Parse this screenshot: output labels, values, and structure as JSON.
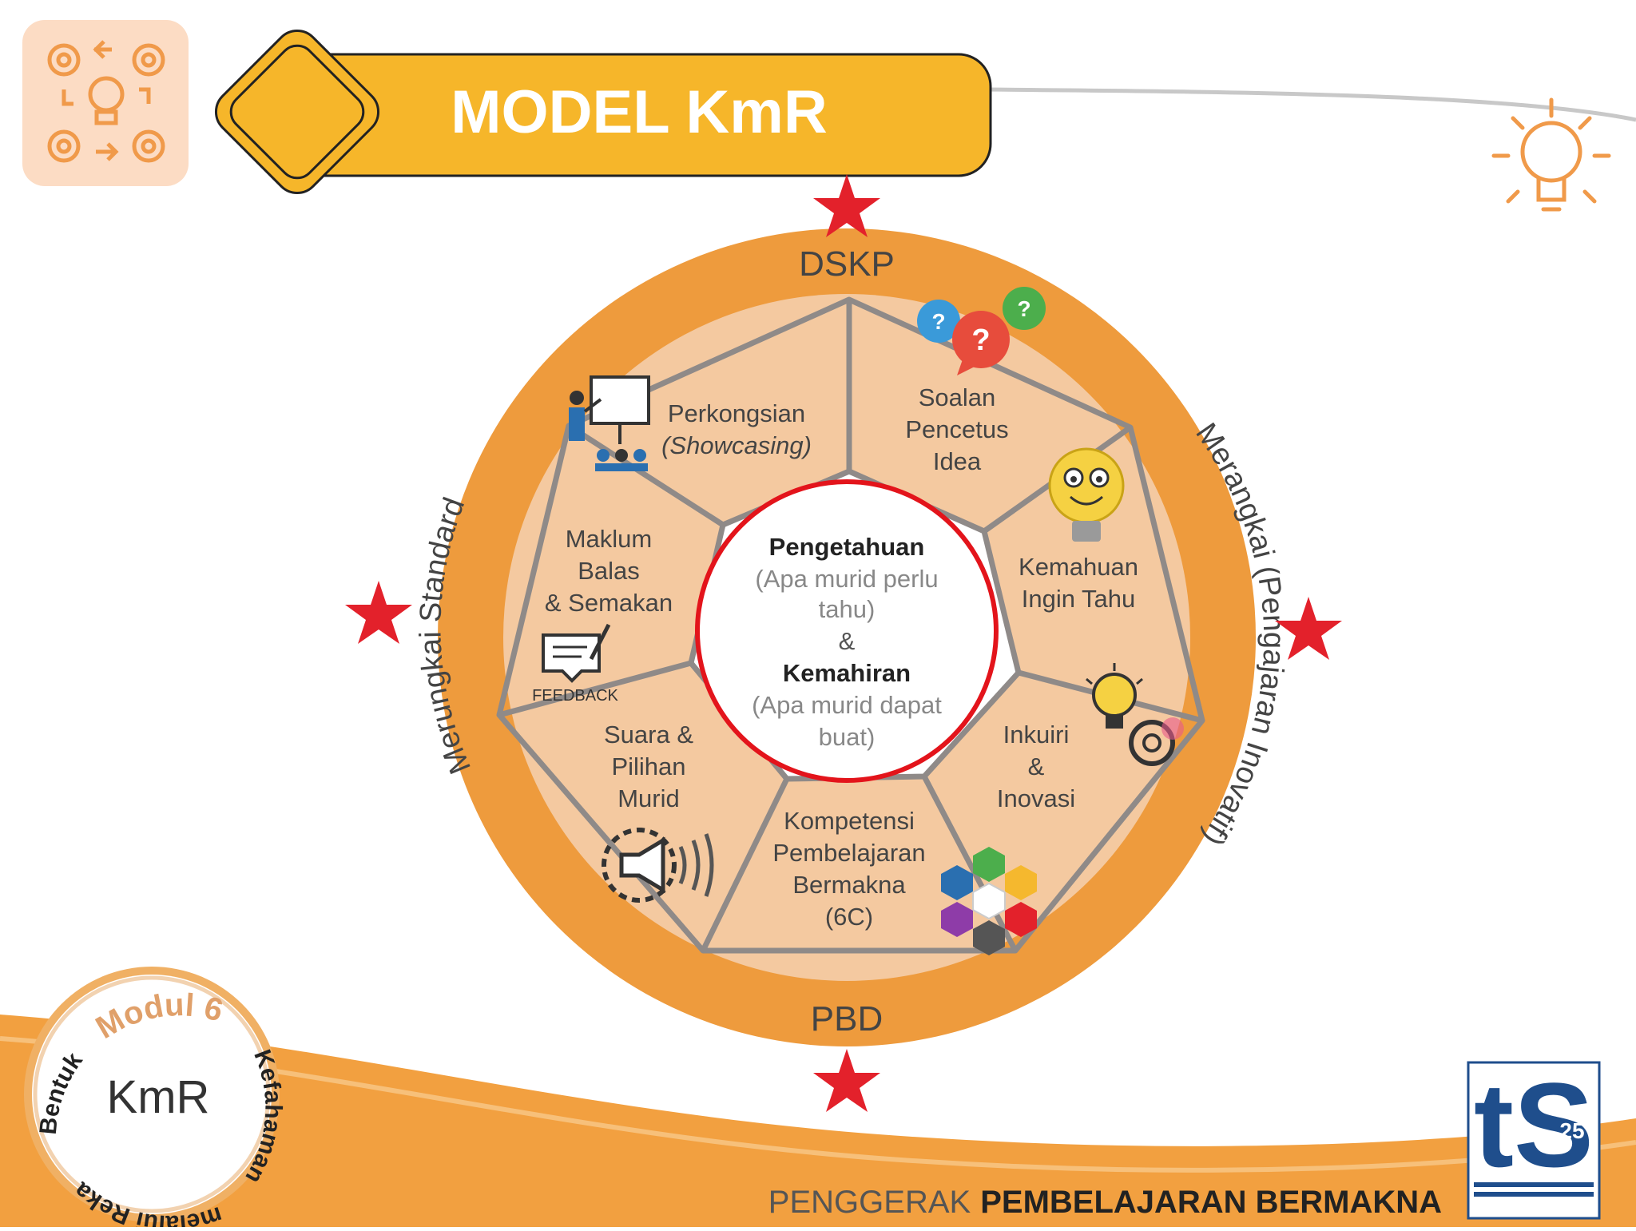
{
  "title": "MODEL KmR",
  "ring": {
    "top": "DSKP",
    "bottom": "PBD",
    "left": "Merungkai Standard",
    "right": "Merangkai (Pengajaran Inovatif)"
  },
  "center": {
    "heading1": "Pengetahuan",
    "sub1a": "(Apa murid perlu",
    "sub1b": "tahu)",
    "amp": "&",
    "heading2": "Kemahiran",
    "sub2a": "(Apa murid dapat",
    "sub2b": "buat)"
  },
  "segments": {
    "soalan": [
      "Soalan",
      "Pencetus",
      "Idea"
    ],
    "kemahuan": [
      "Kemahuan",
      "Ingin Tahu"
    ],
    "inkuiri": [
      "Inkuiri",
      "&",
      "Inovasi"
    ],
    "kompetensi": [
      "Kompetensi",
      "Pembelajaran",
      "Bermakna",
      "(6C)"
    ],
    "suara": [
      "Suara &",
      "Pilihan",
      "Murid"
    ],
    "maklum": [
      "Maklum",
      "Balas",
      "& Semakan"
    ],
    "perkongsian": [
      "Perkongsian",
      "(Showcasing)"
    ]
  },
  "feedback_label": "FEEDBACK",
  "badge": {
    "modul": "Modul 6",
    "arc_right": "Kefahaman",
    "arc_bottom": "melalui Reka",
    "arc_left": "Bentuk",
    "center": "KmR"
  },
  "footer": {
    "light": "PENGGERAK",
    "bold": "PEMBELAJARAN BERMAKNA"
  },
  "logo": {
    "letters": "tS",
    "number": "25"
  },
  "icons": [
    "gears-bulb-icon",
    "lightbulb-outline-icon",
    "presentation-icon",
    "question-bubbles-icon",
    "smiling-bulb-icon",
    "bulb-gear-icon",
    "hexagon-6c-icon",
    "megaphone-icon",
    "feedback-icon",
    "star-icon"
  ],
  "colors": {
    "ring": "#ee9b3d",
    "wedge": "#f4c9a0",
    "title_bar": "#f6b62a",
    "star": "#e3212b",
    "center_outline": "#e3141b",
    "icon_orange": "#f09a4a",
    "logo_blue": "#1f4e8c"
  }
}
